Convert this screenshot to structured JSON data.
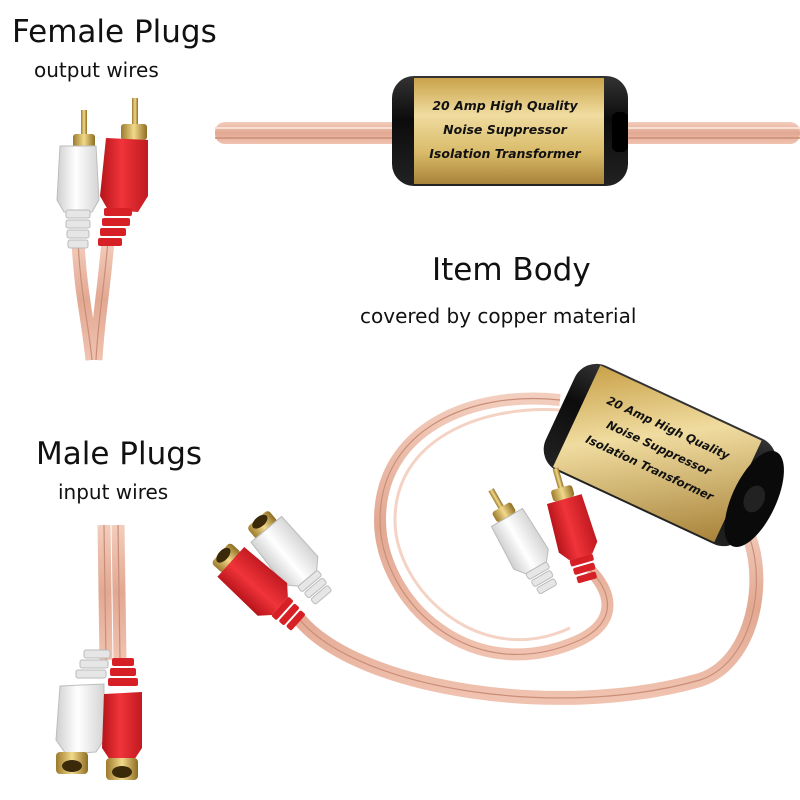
{
  "labels": {
    "female_title": "Female Plugs",
    "female_sub": "output wires",
    "male_title": "Male Plugs",
    "male_sub": "input wires",
    "body_title": "Item Body",
    "body_sub": "covered by copper material"
  },
  "transformer_text": {
    "line1": "20 Amp High Quality",
    "line2": "Noise Suppressor",
    "line3": "Isolation Transformer"
  },
  "colors": {
    "cable": "#e8b9a4",
    "cable_dark": "#c98e78",
    "plug_red": "#e8262c",
    "plug_white": "#f2f2f2",
    "gold": "#d8b965",
    "body_black": "#111111"
  }
}
